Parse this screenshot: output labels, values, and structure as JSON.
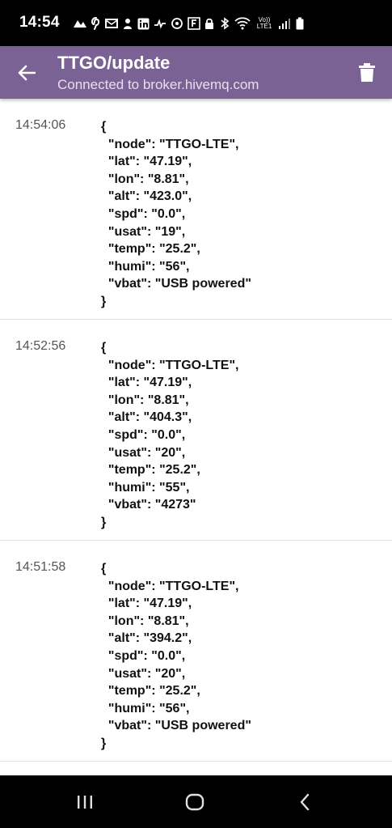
{
  "status_bar": {
    "time": "14:54",
    "notifications": [
      "maps-icon",
      "pinterest-icon",
      "mail-icon",
      "app-icon",
      "linkedin-icon",
      "activity-icon",
      "media-icon",
      "f-icon"
    ],
    "indicators": [
      "lock-icon",
      "bluetooth-icon",
      "wifi-icon",
      "volte-icon",
      "signal-icon",
      "battery-icon"
    ],
    "volte_label": "Vo)) LTE1"
  },
  "app_bar": {
    "title": "TTGO/update",
    "subtitle": "Connected to broker.hivemq.com",
    "background_color": "#7a6394"
  },
  "messages": [
    {
      "time": "14:54:06",
      "payload": "{\n  \"node\": \"TTGO-LTE\",\n  \"lat\": \"47.19\",\n  \"lon\": \"8.81\",\n  \"alt\": \"423.0\",\n  \"spd\": \"0.0\",\n  \"usat\": \"19\",\n  \"temp\": \"25.2\",\n  \"humi\": \"56\",\n  \"vbat\": \"USB powered\"\n}"
    },
    {
      "time": "14:52:56",
      "payload": "{\n  \"node\": \"TTGO-LTE\",\n  \"lat\": \"47.19\",\n  \"lon\": \"8.81\",\n  \"alt\": \"404.3\",\n  \"spd\": \"0.0\",\n  \"usat\": \"20\",\n  \"temp\": \"25.2\",\n  \"humi\": \"55\",\n  \"vbat\": \"4273\"\n}"
    },
    {
      "time": "14:51:58",
      "payload": "{\n  \"node\": \"TTGO-LTE\",\n  \"lat\": \"47.19\",\n  \"lon\": \"8.81\",\n  \"alt\": \"394.2\",\n  \"spd\": \"0.0\",\n  \"usat\": \"20\",\n  \"temp\": \"25.2\",\n  \"humi\": \"56\",\n  \"vbat\": \"USB powered\"\n}"
    }
  ],
  "nav_bar": {
    "buttons": [
      "recents-icon",
      "home-icon",
      "back-icon"
    ]
  }
}
